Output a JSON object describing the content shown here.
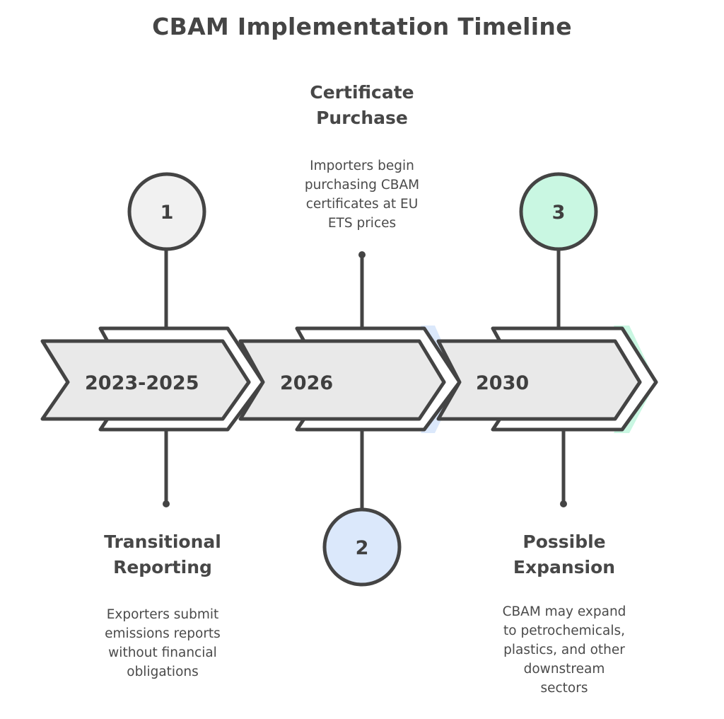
{
  "title": "CBAM Implementation Timeline",
  "colors": {
    "stroke": "#444444",
    "band_fill": "#e9e9e9",
    "milestone_1": "#eeeeee",
    "milestone_2": "#dbe8fb",
    "milestone_3": "#c9f7e2"
  },
  "milestones": [
    {
      "number": "1",
      "period": "2023-2025",
      "heading_line1": "Transitional",
      "heading_line2": "Reporting",
      "description": [
        "Exporters submit",
        "emissions reports",
        "without financial",
        "obligations"
      ],
      "position": "below",
      "accent": "#eeeeee"
    },
    {
      "number": "2",
      "period": "2026",
      "heading_line1": "Certificate",
      "heading_line2": "Purchase",
      "description": [
        "Importers begin",
        "purchasing CBAM",
        "certificates at EU",
        "ETS prices"
      ],
      "position": "above",
      "accent": "#dbe8fb"
    },
    {
      "number": "3",
      "period": "2030",
      "heading_line1": "Possible",
      "heading_line2": "Expansion",
      "description": [
        "CBAM may expand",
        "to petrochemicals,",
        "plastics, and other",
        "downstream",
        "sectors"
      ],
      "position": "below",
      "accent": "#c9f7e2"
    }
  ]
}
